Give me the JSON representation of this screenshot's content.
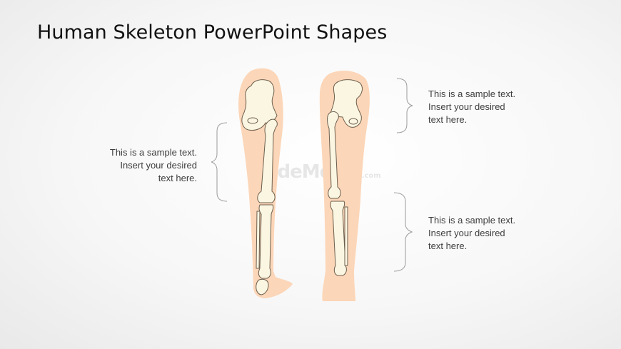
{
  "slide": {
    "title": "Human Skeleton PowerPoint Shapes",
    "watermark": {
      "brand": "SlideModel",
      "suffix": ".com"
    },
    "callouts": [
      {
        "id": "left",
        "lines": [
          "This is a sample text.",
          "Insert your desired",
          "text here."
        ]
      },
      {
        "id": "right-top",
        "lines": [
          "This is a sample text.",
          "Insert your desired",
          "text here."
        ]
      },
      {
        "id": "right-bottom",
        "lines": [
          "This is a sample text.",
          "Insert your desired",
          "text here."
        ]
      }
    ],
    "colors": {
      "skin": "#fcd6b8",
      "bone_fill": "#fbf6e1",
      "bone_outline": "#6b5e4e",
      "bracket": "#9a9a9a",
      "text": "#3d3d3d",
      "title": "#111111"
    }
  }
}
